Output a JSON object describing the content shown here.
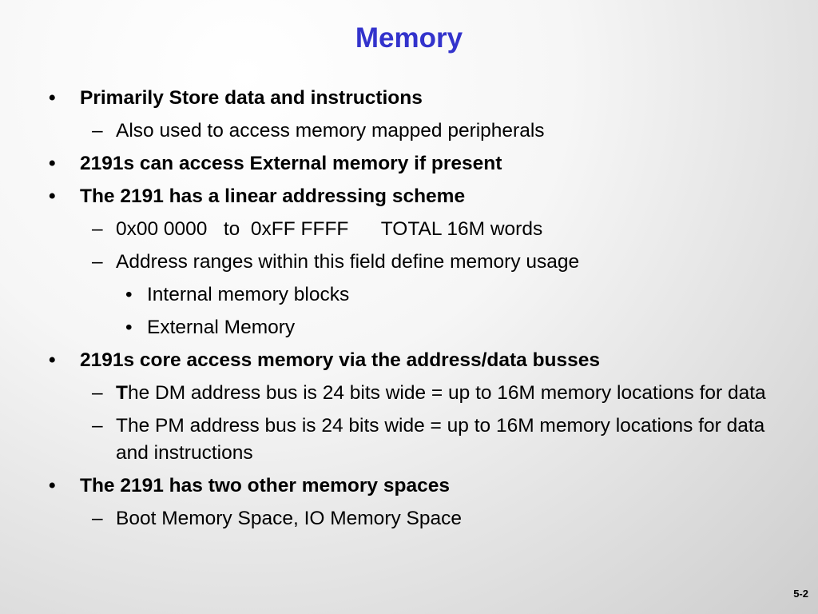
{
  "slide": {
    "title": "Memory",
    "number": "5-2"
  },
  "bullets": {
    "b1": "Primarily Store data and instructions",
    "b1_s1": "Also used to access memory mapped peripherals",
    "b2": "2191s can access External memory if present",
    "b3": "The 2191 has a linear addressing scheme",
    "b3_s1": "0x00 0000   to  0xFF FFFF      TOTAL 16M words",
    "b3_s2": "Address ranges within this field define memory usage",
    "b3_s2_i1": "Internal memory blocks",
    "b3_s2_i2": "External Memory",
    "b4": "2191s core access memory via the address/data busses",
    "b4_s1_first": "T",
    "b4_s1_rest": "he DM address bus is 24 bits wide = up to 16M memory locations for data",
    "b4_s2": "The PM address bus is 24 bits wide = up to 16M memory locations for data and instructions",
    "b5": "The 2191 has two other memory spaces",
    "b5_s1": "Boot Memory Space, IO Memory Space"
  },
  "markers": {
    "level1": "•",
    "level2": "–",
    "level3": "•"
  }
}
